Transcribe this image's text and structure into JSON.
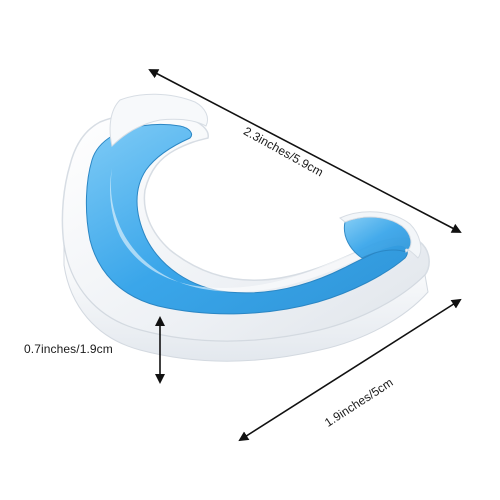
{
  "image": {
    "subject": "mouthguard-product-photo",
    "colors": {
      "background": "#ffffff",
      "outer_shell": "#f1f3f6",
      "inner_gel": "#3aa6ea",
      "arrow": "#111111"
    }
  },
  "dimensions": {
    "length_label": "2.3inches/5.9cm",
    "height_label": "0.7inches/1.9cm",
    "width_label": "1.9inches/5cm"
  }
}
